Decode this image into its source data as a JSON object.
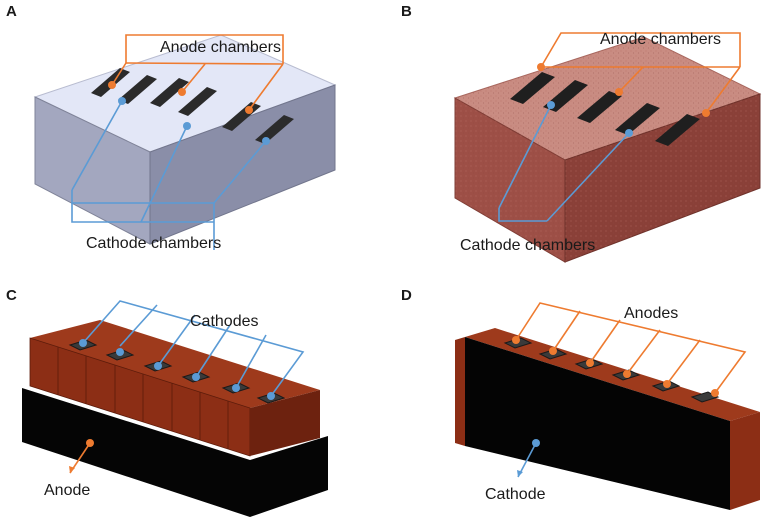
{
  "colors": {
    "anode": "#ee7b30",
    "cathode": "#5b9bd5",
    "block_a_top": "#e3e7f7",
    "block_a_side": "#8e92ac",
    "ceramic": "#a9594f",
    "brick": "#8c2e15",
    "carbon": "#050505"
  },
  "panels": [
    {
      "id": "A",
      "letter": "A",
      "labels": {
        "top": "Anode chambers",
        "bottom": "Cathode chambers"
      }
    },
    {
      "id": "B",
      "letter": "B",
      "labels": {
        "top": "Anode chambers",
        "bottom": "Cathode chambers"
      }
    },
    {
      "id": "C",
      "letter": "C",
      "labels": {
        "top": "Cathodes",
        "bottom": "Anode"
      }
    },
    {
      "id": "D",
      "letter": "D",
      "labels": {
        "top": "Anodes",
        "bottom": "Cathode"
      }
    }
  ]
}
